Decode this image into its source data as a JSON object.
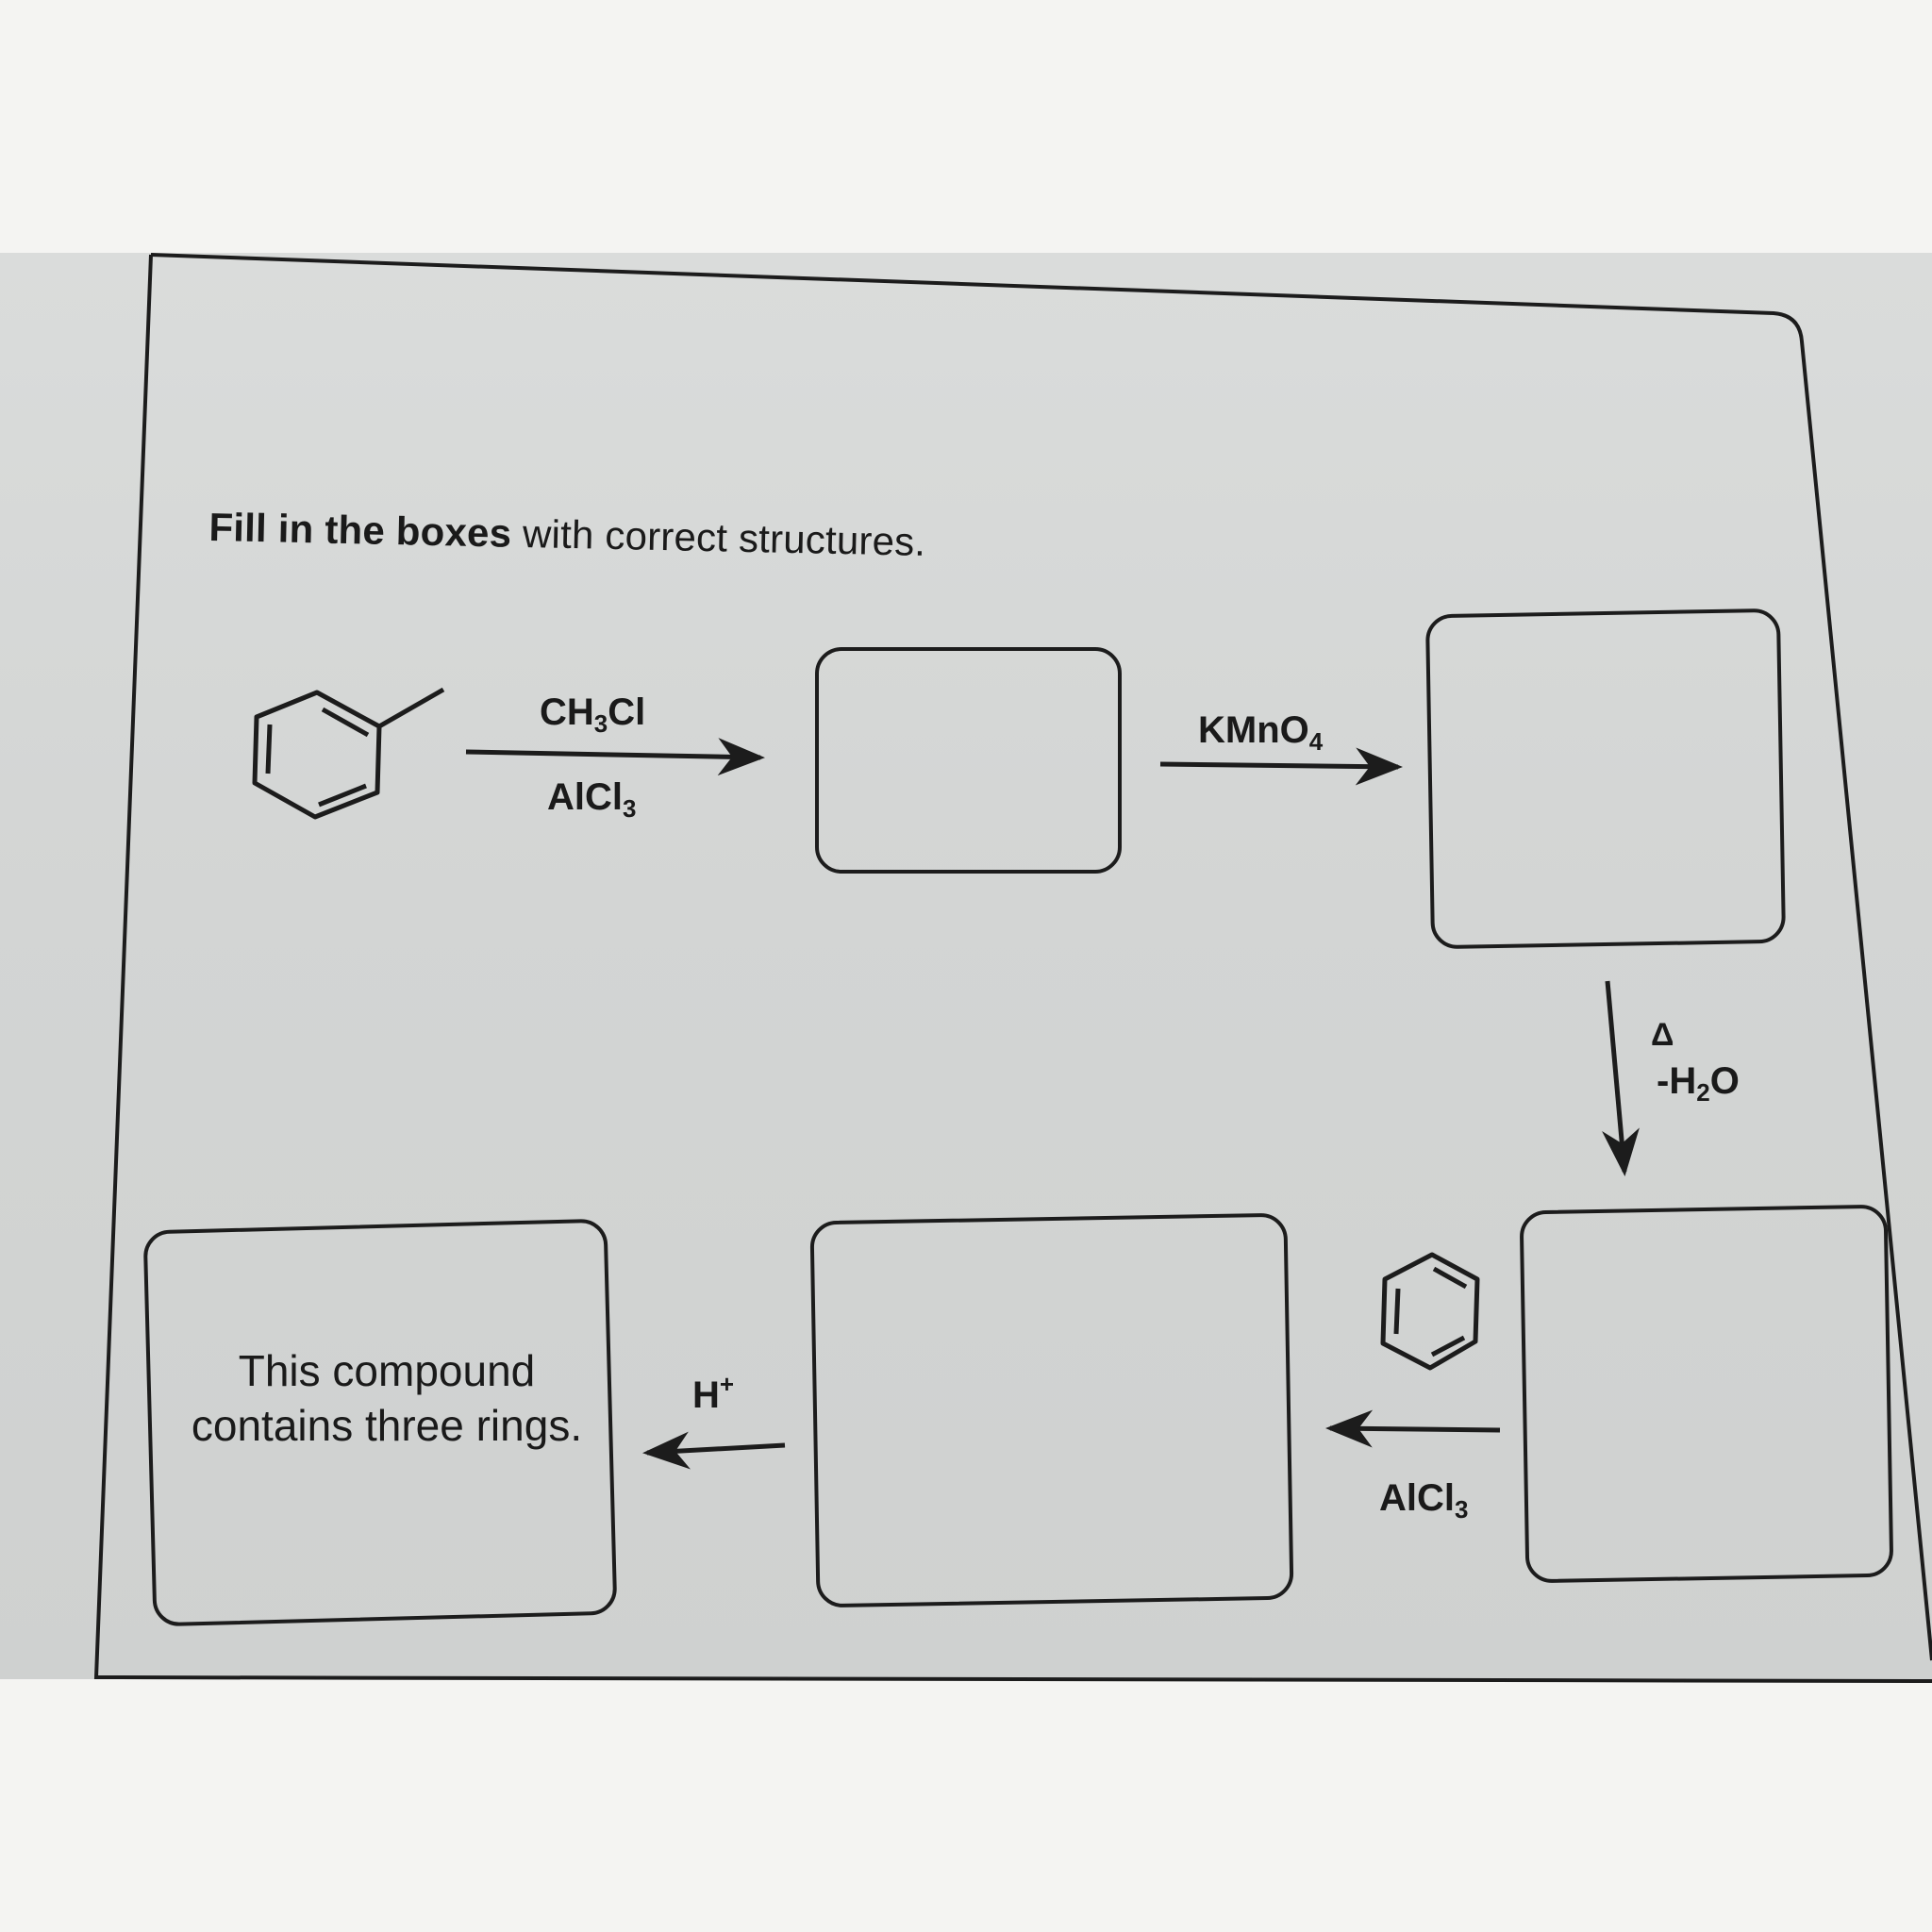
{
  "instruction": {
    "bold_lead": "Fill in the boxes",
    "rest": " with correct structures."
  },
  "reagents": {
    "step1_top": {
      "main": "CH",
      "sub": "3",
      "tail": "Cl"
    },
    "step1_bottom": {
      "main": "AlCl",
      "sub": "3"
    },
    "step2": {
      "main": "KMnO",
      "sub": "4"
    },
    "step3_symbol": "Δ",
    "step3_loss": {
      "main": "-H",
      "sub": "2",
      "tail": "O"
    },
    "step4_bottom": {
      "main": "AlCl",
      "sub": "3"
    },
    "step5": {
      "main": "H",
      "sup": "+"
    }
  },
  "final_box_note": "This compound contains three rings.",
  "structures": [
    "toluene",
    "benzene"
  ]
}
